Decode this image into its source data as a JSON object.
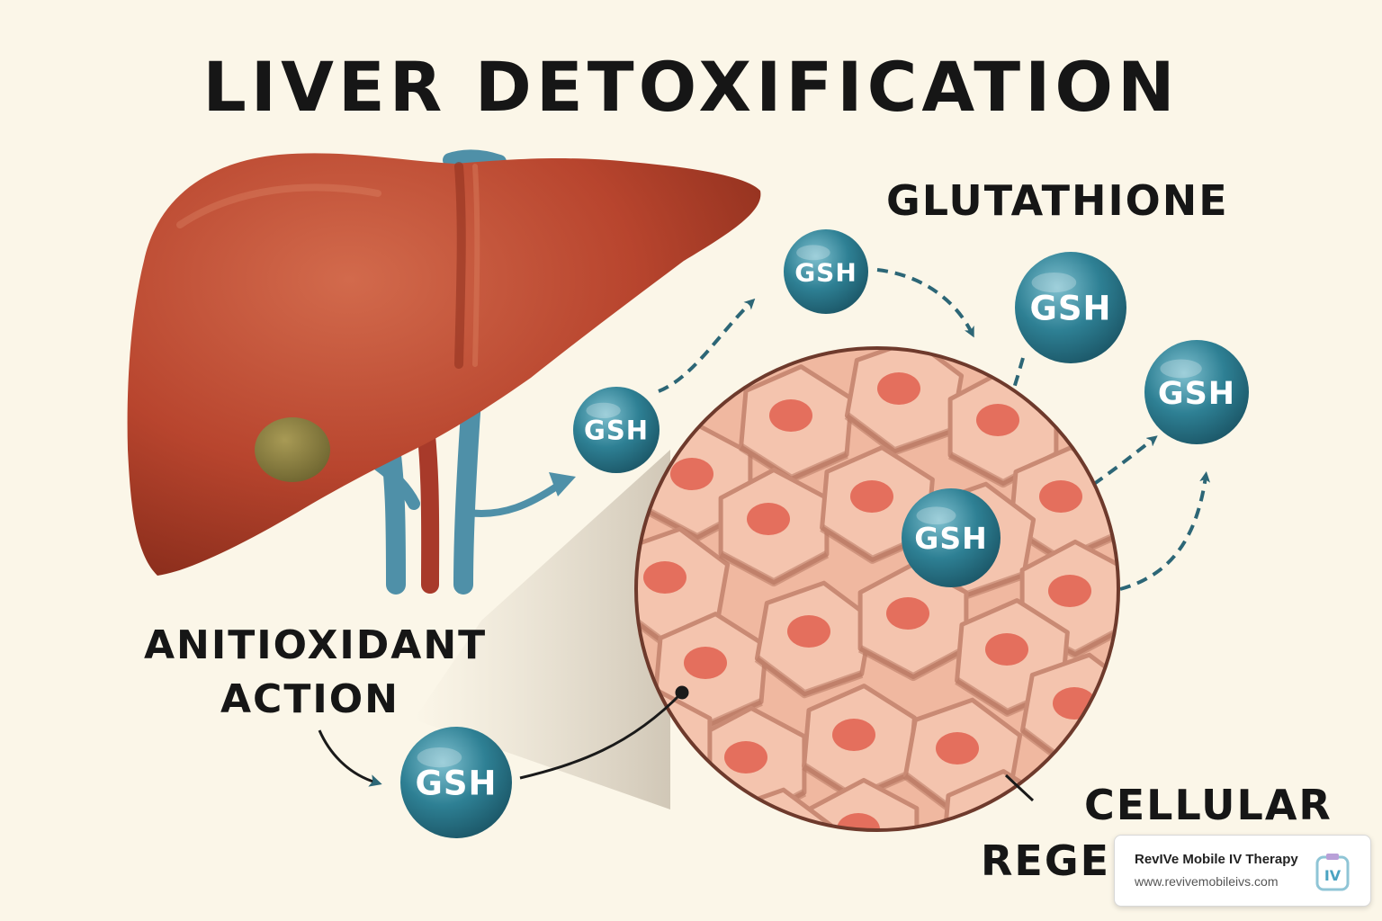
{
  "title": "LIVER DETOXIFICATION",
  "labels": {
    "glutathione": "GLUTATHIONE",
    "antioxidant_line1": "ANITIOXIDANT",
    "antioxidant_line2": "ACTION",
    "cellular_line1": "CELLULAR",
    "cellular_line2": "REGEN"
  },
  "molecule_label": "GSH",
  "brand": {
    "name": "RevIVe Mobile IV Therapy",
    "url": "www.revivemobileivs.com",
    "logo_text": "IV"
  },
  "colors": {
    "background": "#fbf6e8",
    "liver": "#b8452e",
    "molecule": "#2e8094",
    "cells": "#f0b8a0",
    "nucleus": "#e0604f",
    "vessel_blue": "#4f90a8",
    "vessel_red": "#a83a2a",
    "gallbladder": "#8a8040"
  }
}
